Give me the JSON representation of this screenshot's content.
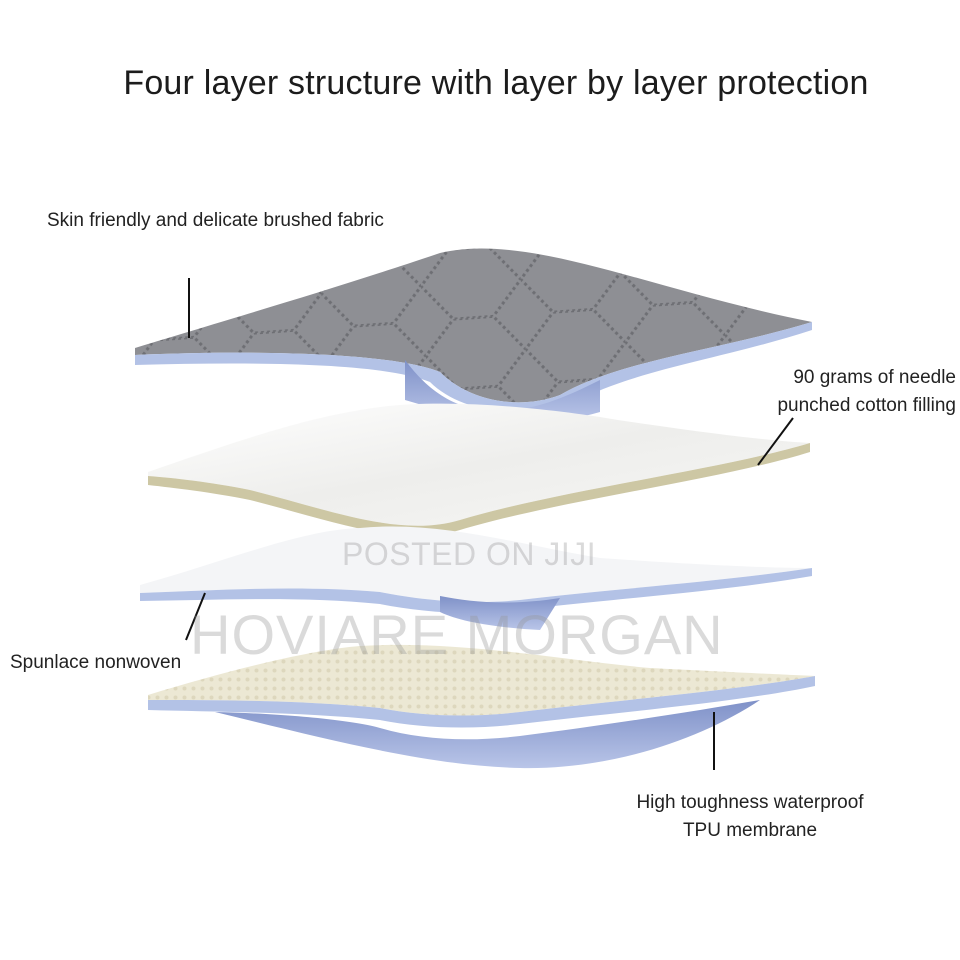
{
  "title": "Four layer structure with layer by layer protection",
  "labels": {
    "fabric": "Skin friendly and delicate brushed fabric",
    "cotton_line1": "90 grams of needle",
    "cotton_line2": "punched cotton filling",
    "spunlace": "Spunlace nonwoven",
    "tpu_line1": "High toughness waterproof",
    "tpu_line2": "TPU membrane"
  },
  "watermark": {
    "posted": "POSTED ON JIJI",
    "brand": "HOVIARE MORGAN"
  },
  "colors": {
    "fabric": "#8e8f94",
    "cotton": "#f2f2f0",
    "cotton_edge": "#cdc7a4",
    "spunlace": "#f4f5f7",
    "tpu_top": "#ece8d4",
    "layer_edge": "#b3c2e6",
    "underside": "#93a3d3"
  }
}
